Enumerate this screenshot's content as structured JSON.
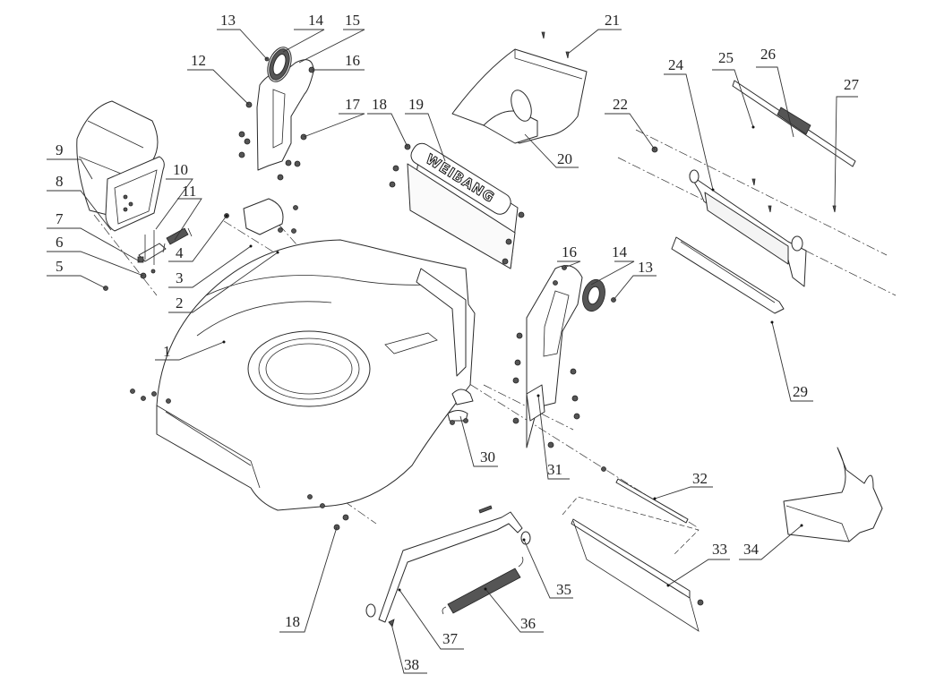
{
  "diagram": {
    "type": "exploded-parts-diagram",
    "subject": "lawn mower deck assembly",
    "brand_logo_text": "WEIBANG",
    "callouts": [
      {
        "id": "c1",
        "label": "1",
        "part": "deck"
      },
      {
        "id": "c2",
        "label": "2",
        "part": "nut"
      },
      {
        "id": "c3",
        "label": "3",
        "part": "height-adjust bracket"
      },
      {
        "id": "c4",
        "label": "4",
        "part": "bolt"
      },
      {
        "id": "c5",
        "label": "5",
        "part": "pin"
      },
      {
        "id": "c6",
        "label": "6",
        "part": "nut"
      },
      {
        "id": "c7",
        "label": "7",
        "part": "flap hinge bracket"
      },
      {
        "id": "c8",
        "label": "8",
        "part": "flap frame"
      },
      {
        "id": "c9",
        "label": "9",
        "part": "rear flap cover"
      },
      {
        "id": "c10",
        "label": "10",
        "part": "screw"
      },
      {
        "id": "c11",
        "label": "11",
        "part": "torsion spring"
      },
      {
        "id": "c12",
        "label": "12",
        "part": "bolt"
      },
      {
        "id": "c13",
        "label": "13",
        "part": "screw"
      },
      {
        "id": "c14",
        "label": "14",
        "part": "wheel gear"
      },
      {
        "id": "c15",
        "label": "15",
        "part": "height-adjust plate"
      },
      {
        "id": "c16",
        "label": "16",
        "part": "nut"
      },
      {
        "id": "c17",
        "label": "17",
        "part": "nut"
      },
      {
        "id": "c18",
        "label": "18",
        "part": "bolt"
      },
      {
        "id": "c19",
        "label": "19",
        "part": "front cover"
      },
      {
        "id": "c20",
        "label": "20",
        "part": "discharge chute"
      },
      {
        "id": "c21",
        "label": "21",
        "part": "screw"
      },
      {
        "id": "c22",
        "label": "22",
        "part": "nut"
      },
      {
        "id": "c24",
        "label": "24",
        "part": "rear flap"
      },
      {
        "id": "c25",
        "label": "25",
        "part": "shaft"
      },
      {
        "id": "c26",
        "label": "26",
        "part": "spring"
      },
      {
        "id": "c27",
        "label": "27",
        "part": "screw"
      },
      {
        "id": "c29",
        "label": "29",
        "part": "flap guard"
      },
      {
        "id": "c30",
        "label": "30",
        "part": "cable clamp"
      },
      {
        "id": "c31",
        "label": "31",
        "part": "height-adjust plate"
      },
      {
        "id": "c32",
        "label": "32",
        "part": "axle"
      },
      {
        "id": "c33",
        "label": "33",
        "part": "side flap"
      },
      {
        "id": "c34",
        "label": "34",
        "part": "mulch plug"
      },
      {
        "id": "c35",
        "label": "35",
        "part": "washer"
      },
      {
        "id": "c36",
        "label": "36",
        "part": "tension spring"
      },
      {
        "id": "c37",
        "label": "37",
        "part": "height-adjust lever rod"
      },
      {
        "id": "c38",
        "label": "38",
        "part": "cotter pin"
      }
    ]
  }
}
